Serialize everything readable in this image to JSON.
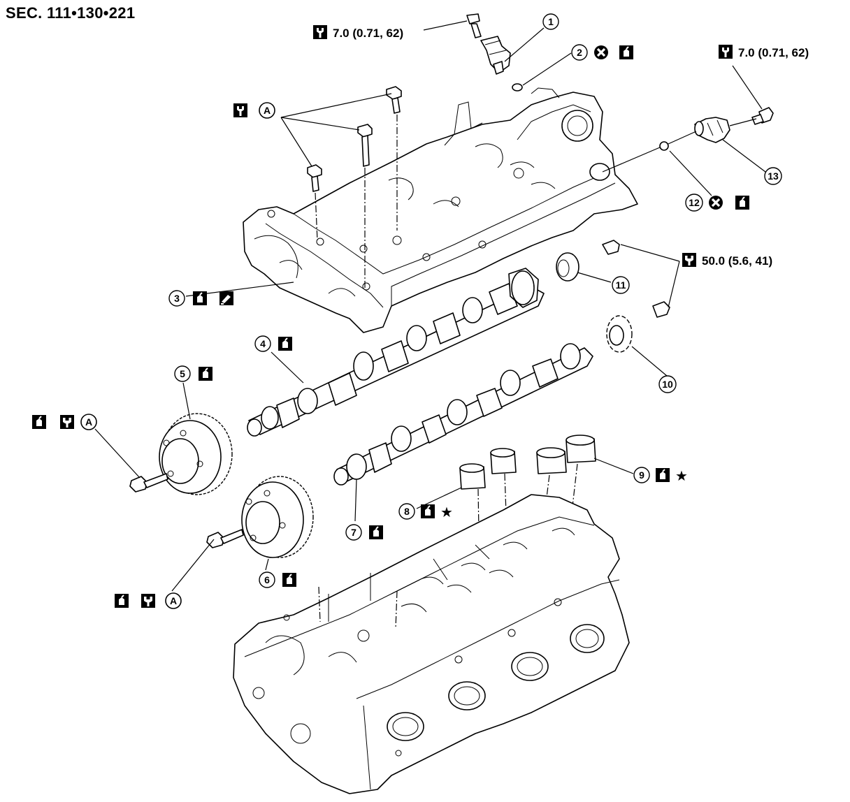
{
  "section_label": "SEC. 111•130•221",
  "callouts": {
    "c1": "1",
    "c2": "2",
    "c3": "3",
    "c4": "4",
    "c5": "5",
    "c6": "6",
    "c7": "7",
    "c8": "8",
    "c9": "9",
    "c10": "10",
    "c11": "11",
    "c12": "12",
    "c13": "13"
  },
  "torque": {
    "sensor_top": "7.0 (0.71, 62)",
    "sensor_right": "7.0 (0.71, 62)",
    "cam_bolts": "50.0 (5.6, 41)"
  },
  "marks": {
    "a1": "A",
    "a2": "A",
    "a3": "A",
    "star1": "★",
    "star2": "★"
  },
  "icons": {
    "torque": "torque-wrench-icon",
    "replace": "do-not-reuse-icon",
    "lubricate": "apply-oil-icon",
    "sealant": "apply-sealant-icon",
    "circled_a": "circled-a-icon"
  }
}
